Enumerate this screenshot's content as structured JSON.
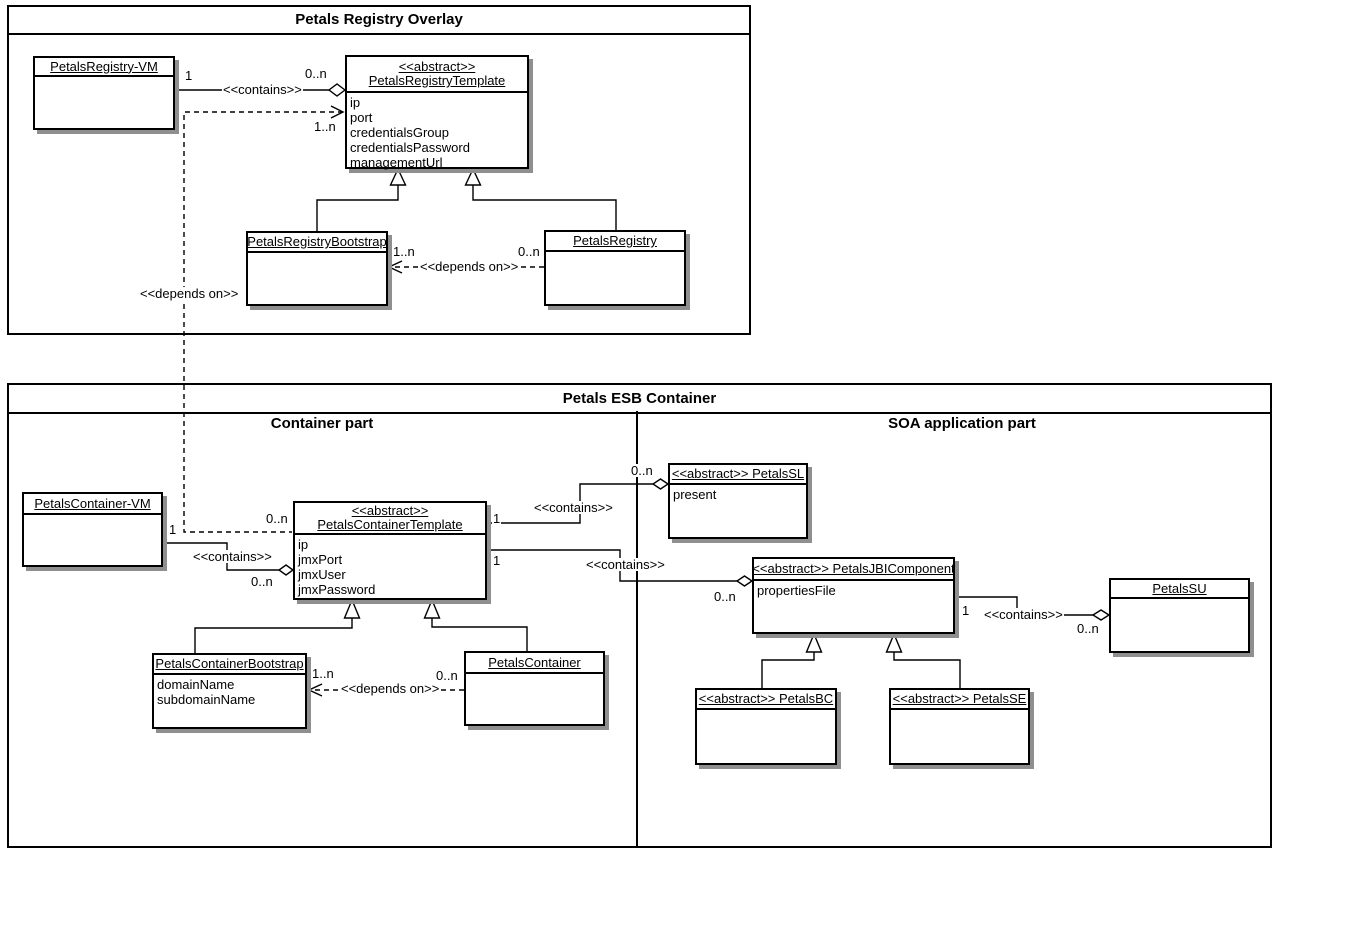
{
  "diagram": {
    "colors": {
      "line": "#000000",
      "box_fill": "#ffffff",
      "shadow": "#8f8f8f",
      "background": "#ffffff"
    },
    "packages": [
      {
        "id": "registry_overlay",
        "title": "Petals Registry Overlay"
      },
      {
        "id": "esb_container",
        "title": "Petals ESB Container",
        "sections": [
          {
            "id": "container_part",
            "title": "Container part"
          },
          {
            "id": "soa_part",
            "title": "SOA application part"
          }
        ]
      }
    ],
    "classes": {
      "petals_registry_vm": {
        "stereotype": "",
        "name": "PetalsRegistry-VM",
        "attributes": []
      },
      "petals_registry_template": {
        "stereotype": "<<abstract>>",
        "name": "PetalsRegistryTemplate",
        "attributes": [
          "ip",
          "port",
          "credentialsGroup",
          "credentialsPassword",
          "managementUrl"
        ]
      },
      "petals_registry_bootstrap": {
        "stereotype": "",
        "name": "PetalsRegistryBootstrap",
        "attributes": []
      },
      "petals_registry": {
        "stereotype": "",
        "name": "PetalsRegistry",
        "attributes": []
      },
      "petals_container_vm": {
        "stereotype": "",
        "name": "PetalsContainer-VM",
        "attributes": []
      },
      "petals_container_template": {
        "stereotype": "<<abstract>>",
        "name": "PetalsContainerTemplate",
        "attributes": [
          "ip",
          "jmxPort",
          "jmxUser",
          "jmxPassword"
        ]
      },
      "petals_container_bootstrap": {
        "stereotype": "",
        "name": "PetalsContainerBootstrap",
        "attributes": [
          "domainName",
          "subdomainName"
        ]
      },
      "petals_container": {
        "stereotype": "",
        "name": "PetalsContainer",
        "attributes": []
      },
      "petals_sl": {
        "stereotype": "",
        "name": "<<abstract>> PetalsSL",
        "attributes": [
          "present"
        ]
      },
      "petals_jbi_component": {
        "stereotype": "",
        "name": "<<abstract>> PetalsJBIComponent",
        "attributes": [
          "propertiesFile"
        ]
      },
      "petals_bc": {
        "stereotype": "",
        "name": "<<abstract>> PetalsBC",
        "attributes": []
      },
      "petals_se": {
        "stereotype": "",
        "name": "<<abstract>> PetalsSE",
        "attributes": []
      },
      "petals_su": {
        "stereotype": "",
        "name": "PetalsSU",
        "attributes": []
      }
    },
    "edge_labels": {
      "reg_contains_mult_vm": "1",
      "reg_contains_mult_tpl": "0..n",
      "reg_contains": "<<contains>>",
      "reg_depends_mult": "1..n",
      "reg_depends": "<<depends on>>",
      "boot_depends_mult_boot": "1..n",
      "boot_depends": "<<depends on>>",
      "boot_depends_mult_reg": "0..n",
      "cont_contains_mult_vm": "1",
      "cont_contains": "<<contains>>",
      "cont_contains_mult_tpl": "0..n",
      "cont_depends_mult_tpl": "0..n",
      "sl_contains_mult_tpl": "1",
      "sl_contains": "<<contains>>",
      "sl_contains_mult_sl": "0..n",
      "jbi_contains_mult_tpl": "1",
      "jbi_contains": "<<contains>>",
      "jbi_contains_mult_jbi": "0..n",
      "cb_depends_mult_boot": "1..n",
      "cb_depends": "<<depends on>>",
      "cb_depends_mult_cont": "0..n",
      "su_contains_mult_jbi": "1",
      "su_contains": "<<contains>>",
      "su_contains_mult_su": "0..n"
    }
  }
}
